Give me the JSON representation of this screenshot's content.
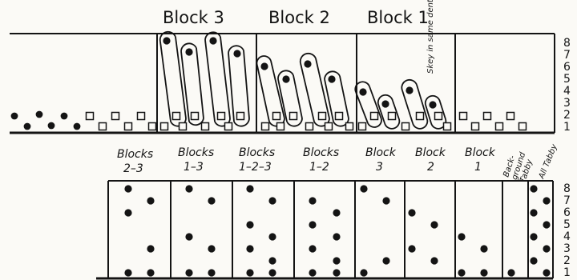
{
  "top_diagram": {
    "block_titles": [
      "Block 3",
      "Block 2",
      "Block 1"
    ],
    "annotation": "Skey in same dent",
    "row_numbers": [
      "8",
      "7",
      "6",
      "5",
      "4",
      "3",
      "2",
      "1"
    ]
  },
  "bottom_diagram": {
    "column_labels": [
      {
        "line1": "Blocks",
        "line2": "2–3"
      },
      {
        "line1": "Blocks",
        "line2": "1–3"
      },
      {
        "line1": "Blocks",
        "line2": "1–2–3"
      },
      {
        "line1": "Blocks",
        "line2": "1–2"
      },
      {
        "line1": "Block",
        "line2": "3"
      },
      {
        "line1": "Block",
        "line2": "2"
      },
      {
        "line1": "Block",
        "line2": "1"
      },
      {
        "line1": "Back-",
        "line2": "ground",
        "line3": "Tabby"
      },
      {
        "line1": "All Tabby",
        "line2": ""
      }
    ],
    "row_numbers": [
      "8",
      "7",
      "6",
      "5",
      "4",
      "3",
      "2",
      "1"
    ]
  },
  "colors": {
    "ink": "#141414",
    "paper": "#fbfaf6"
  }
}
